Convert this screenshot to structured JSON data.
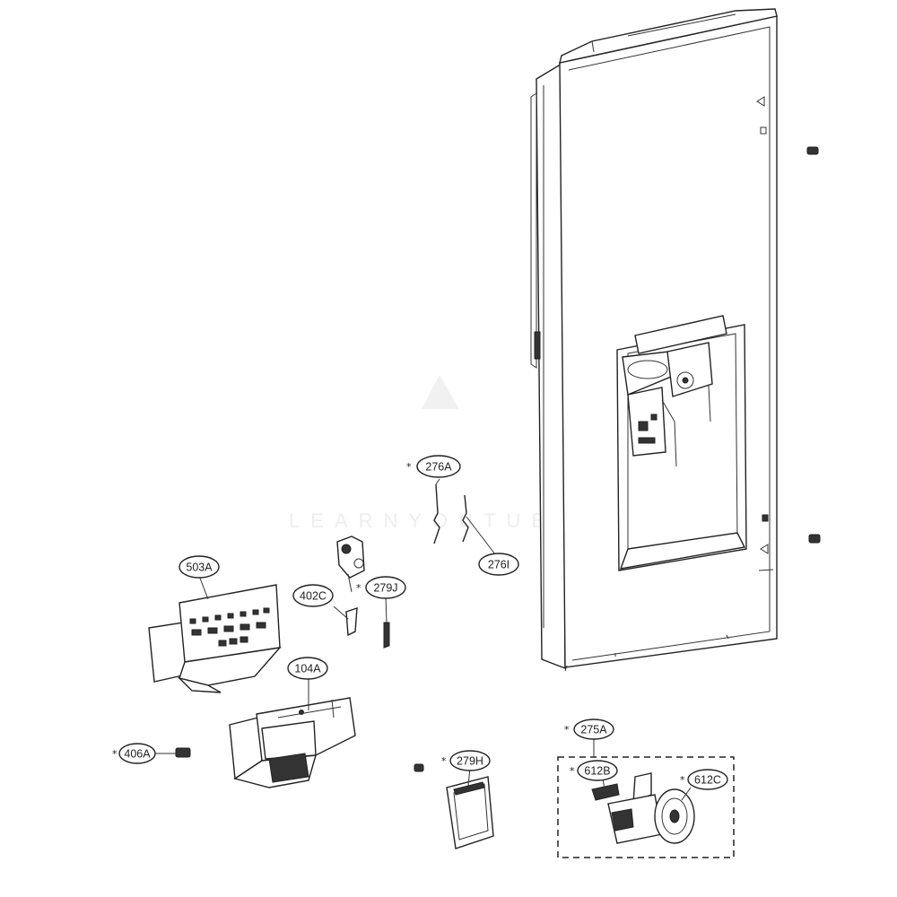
{
  "watermark": "LEARNYOUTUBE",
  "star_symbol": "*",
  "callouts": {
    "c276A": "276A",
    "c276I": "276I",
    "c503A": "503A",
    "c402C": "402C",
    "c279J": "279J",
    "c104A": "104A",
    "c406A": "406A",
    "c279H": "279H",
    "c275A": "275A",
    "c612B": "612B",
    "c612C": "612C"
  }
}
